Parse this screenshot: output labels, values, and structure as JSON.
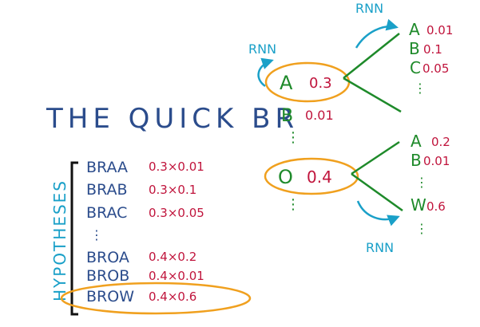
{
  "colors": {
    "green": "#1e8a2a",
    "red": "#c0143c",
    "blue": "#2b4c8c",
    "teal": "#1aa0c8",
    "orange": "#f0a01e",
    "black": "#111111"
  },
  "prefix": "THE QUICK BR",
  "rnn_labels": [
    "RNN",
    "RNN",
    "RNN"
  ],
  "step_candidates": [
    {
      "letter": "A",
      "prob": "0.3"
    },
    {
      "letter": "B",
      "prob": "0.01"
    },
    {
      "letter": "O",
      "prob": "0.4"
    }
  ],
  "branch_A": [
    {
      "letter": "A",
      "prob": "0.01"
    },
    {
      "letter": "B",
      "prob": "0.1"
    },
    {
      "letter": "C",
      "prob": "0.05"
    }
  ],
  "branch_O": [
    {
      "letter": "A",
      "prob": "0.2"
    },
    {
      "letter": "B",
      "prob": "0.01"
    },
    {
      "letter": "W",
      "prob": "0.6"
    }
  ],
  "hypotheses_title": "HYPOTHESES",
  "hypotheses": [
    {
      "text": "BRAA",
      "score": "0.3×0.01"
    },
    {
      "text": "BRAB",
      "score": "0.3×0.1"
    },
    {
      "text": "BRAC",
      "score": "0.3×0.05"
    },
    {
      "text": "BROA",
      "score": "0.4×0.2"
    },
    {
      "text": "BROB",
      "score": "0.4×0.01"
    },
    {
      "text": "BROW",
      "score": "0.4×0.6"
    }
  ]
}
